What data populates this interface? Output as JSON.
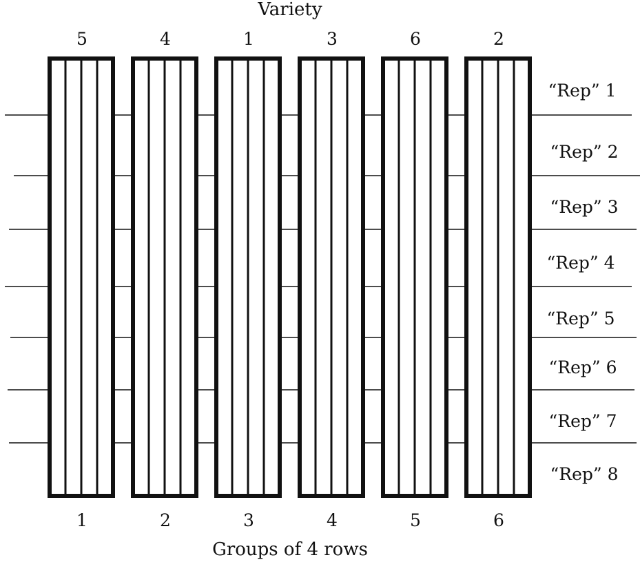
{
  "title": "Variety",
  "footer": "Groups of 4 rows",
  "varieties": [
    "5",
    "4",
    "1",
    "3",
    "6",
    "2"
  ],
  "groups": [
    "1",
    "2",
    "3",
    "4",
    "5",
    "6"
  ],
  "reps": [
    "“Rep” 1",
    "“Rep” 2",
    "“Rep” 3",
    "“Rep” 4",
    "“Rep” 5",
    "“Rep” 6",
    "“Rep” 7",
    "“Rep” 8"
  ],
  "rows_per_group": 4
}
